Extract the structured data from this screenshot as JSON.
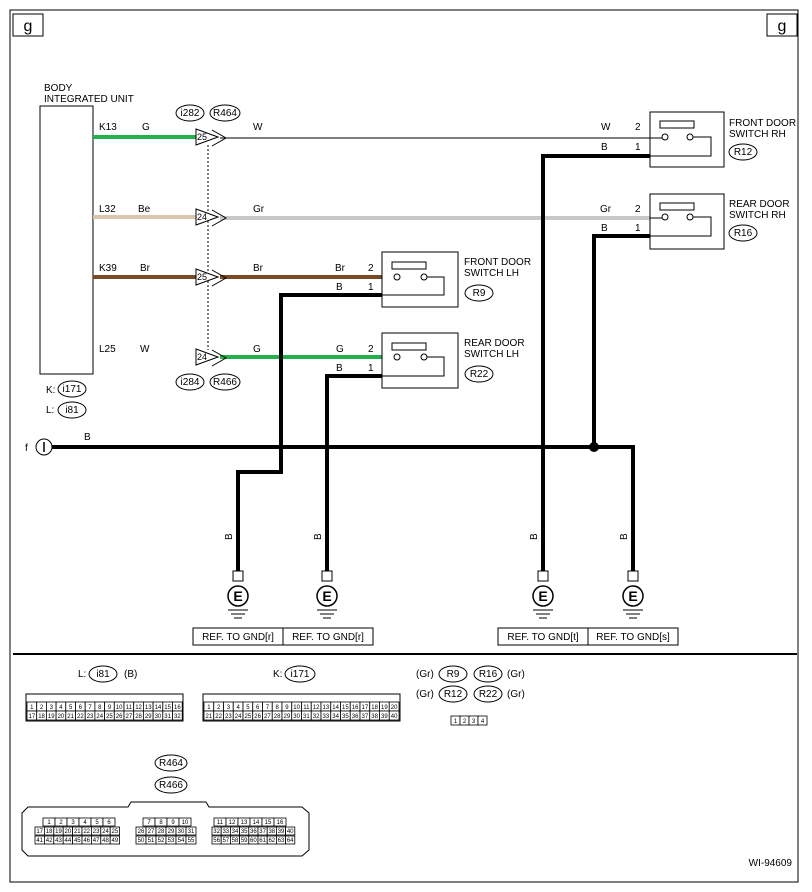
{
  "page": {
    "corner_left": "g",
    "corner_right": "g",
    "figure_id": "WI-94609"
  },
  "colors": {
    "wire_green": "#22b14c",
    "wire_beige": "#d8c7ac",
    "wire_brown": "#7a4a24",
    "wire_gray": "#c8c8c8",
    "wire_black": "#000000"
  },
  "unit": {
    "title_line1": "BODY",
    "title_line2": "INTEGRATED UNIT",
    "conn_k_label": "K:",
    "conn_k": "i171",
    "conn_l_label": "L:",
    "conn_l": "i81"
  },
  "connectors": {
    "top_a": "i282",
    "top_b": "R464",
    "bottom_a": "i284",
    "bottom_b": "R466"
  },
  "wires": [
    {
      "pin": "K13",
      "color": "G",
      "junction": "25",
      "out_color": "W",
      "sw_color": "W",
      "sw_pin": "2"
    },
    {
      "pin": "L32",
      "color": "Be",
      "junction": "24",
      "out_color": "Gr",
      "sw_color": "Gr",
      "sw_pin": "2"
    },
    {
      "pin": "K39",
      "color": "Br",
      "junction": "25",
      "out_color": "Br",
      "sw_color": "Br",
      "sw_pin": "2"
    },
    {
      "pin": "L25",
      "color": "W",
      "junction": "24",
      "out_color": "G",
      "sw_color": "G",
      "sw_pin": "2"
    }
  ],
  "switches": [
    {
      "title_line1": "FRONT DOOR",
      "title_line2": "SWITCH RH",
      "conn": "R12",
      "gnd_color": "B",
      "gnd_pin": "1"
    },
    {
      "title_line1": "REAR DOOR",
      "title_line2": "SWITCH RH",
      "conn": "R16",
      "gnd_color": "B",
      "gnd_pin": "1"
    },
    {
      "title_line1": "FRONT DOOR",
      "title_line2": "SWITCH LH",
      "conn": "R9",
      "gnd_color": "B",
      "gnd_pin": "1"
    },
    {
      "title_line1": "REAR DOOR",
      "title_line2": "SWITCH LH",
      "conn": "R22",
      "gnd_color": "B",
      "gnd_pin": "1"
    }
  ],
  "ground_bus": {
    "ref": "f",
    "color": "B"
  },
  "grounds": [
    {
      "wire_color": "B",
      "symbol": "E",
      "ref": "REF. TO GND[r]"
    },
    {
      "wire_color": "B",
      "symbol": "E",
      "ref": "REF. TO GND[r]"
    },
    {
      "wire_color": "B",
      "symbol": "E",
      "ref": "REF. TO GND[t]"
    },
    {
      "wire_color": "B",
      "symbol": "E",
      "ref": "REF. TO GND[s]"
    }
  ],
  "legend": {
    "l_prefix": "L:",
    "l_conn": "i81",
    "l_color": "(B)",
    "k_prefix": "K:",
    "k_conn": "i171",
    "sw_color_a": "(Gr)",
    "sw_color_b": "(Gr)",
    "sw_color_c": "(Gr)",
    "sw_color_d": "(Gr)",
    "sw_c1": "R9",
    "sw_c2": "R16",
    "sw_c3": "R12",
    "sw_c4": "R22",
    "pins_small": [
      "1",
      "2",
      "3",
      "4"
    ],
    "r_conn_a": "R464",
    "r_conn_b": "R466",
    "l_pins_top": [
      "1",
      "2",
      "3",
      "4",
      "5",
      "6",
      "7",
      "8",
      "9",
      "10",
      "11",
      "12",
      "13",
      "14",
      "15",
      "16"
    ],
    "l_pins_bottom": [
      "17",
      "18",
      "19",
      "20",
      "21",
      "22",
      "23",
      "24",
      "25",
      "26",
      "27",
      "28",
      "29",
      "30",
      "31",
      "32"
    ],
    "k_pins_top": [
      "1",
      "2",
      "3",
      "4",
      "5",
      "6",
      "7",
      "8",
      "9",
      "10",
      "11",
      "12",
      "13",
      "14",
      "15",
      "16",
      "17",
      "18",
      "19",
      "20"
    ],
    "k_pins_bottom": [
      "21",
      "22",
      "23",
      "24",
      "25",
      "26",
      "27",
      "28",
      "29",
      "30",
      "31",
      "32",
      "33",
      "34",
      "35",
      "36",
      "37",
      "38",
      "39",
      "40"
    ],
    "r_g1_top": [
      "1",
      "2",
      "3",
      "4",
      "5",
      "6"
    ],
    "r_g1_mid": [
      "17",
      "18",
      "19",
      "20",
      "21",
      "22",
      "23",
      "24",
      "25"
    ],
    "r_g1_bot": [
      "41",
      "42",
      "43",
      "44",
      "45",
      "46",
      "47",
      "48",
      "49"
    ],
    "r_g2_top": [
      "7",
      "8",
      "9",
      "10"
    ],
    "r_g2_mid": [
      "26",
      "27",
      "28",
      "29",
      "30",
      "31"
    ],
    "r_g2_bot": [
      "50",
      "51",
      "52",
      "53",
      "54",
      "55"
    ],
    "r_g3_top": [
      "11",
      "12",
      "13",
      "14",
      "15",
      "16"
    ],
    "r_g3_mid": [
      "32",
      "33",
      "34",
      "35",
      "36",
      "37",
      "38",
      "39",
      "40"
    ],
    "r_g3_bot": [
      "56",
      "57",
      "58",
      "59",
      "60",
      "61",
      "62",
      "63",
      "64"
    ]
  }
}
